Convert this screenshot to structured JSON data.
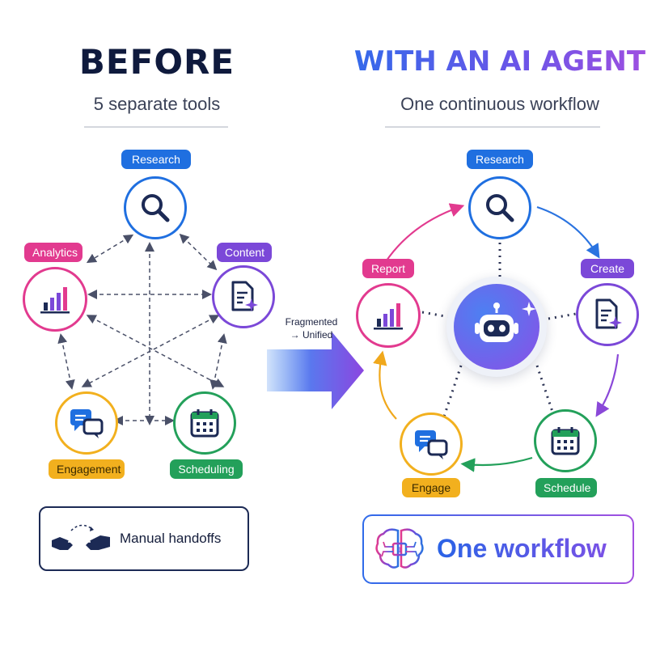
{
  "before": {
    "title": "BEFORE",
    "subtitle": "5 separate tools",
    "nodes": {
      "research": "Research",
      "analytics": "Analytics",
      "content": "Content",
      "engagement": "Engagement",
      "scheduling": "Scheduling"
    },
    "footer": "Manual handoffs"
  },
  "transition": {
    "line1": "Fragmented",
    "line2": "→ Unified"
  },
  "after": {
    "title": "WITH AN AI AGENT",
    "subtitle": "One continuous workflow",
    "nodes": {
      "research": "Research",
      "report": "Report",
      "create": "Create",
      "engage": "Engage",
      "schedule": "Schedule"
    },
    "footer": "One workflow"
  },
  "colors": {
    "research": "#1f6fe0",
    "analytics": "#e23a8f",
    "content": "#7b48d8",
    "engagement": "#f2b01e",
    "scheduling": "#23a05a",
    "navy": "#1c2a55"
  },
  "icons": {
    "research": "magnifier-icon",
    "analytics": "bar-chart-icon",
    "content": "document-sparkle-icon",
    "engagement": "chat-bubbles-icon",
    "scheduling": "calendar-icon",
    "agent": "robot-icon",
    "handoff": "handshake-icon",
    "workflow": "brain-chip-icon"
  }
}
